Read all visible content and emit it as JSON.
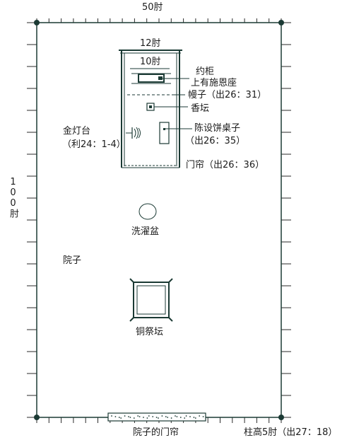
{
  "colors": {
    "ink": "#1b3a34",
    "tick": "#2a2a2a",
    "text": "#1b1b1b",
    "background": "#ffffff"
  },
  "dimensions": {
    "width_label": "50肘",
    "height_label": "100肘",
    "tabernacle_width_label": "12肘",
    "holy_place_width_label": "10肘",
    "pillar_label": "柱高5肘（出27：18）"
  },
  "labels": {
    "ark": "约柜",
    "mercy_seat": "上有施恩座",
    "veil": "幔子（出26：31）",
    "incense_altar": "香坛",
    "lampstand": "金灯台",
    "lampstand_ref": "（利24：1-4）",
    "table_shewbread": "陈设饼桌子",
    "table_ref": "（出26：35）",
    "door_curtain": "门帘（出26：36）",
    "laver": "洗濯盆",
    "courtyard": "院子",
    "bronze_altar": "铜祭坛",
    "court_gate": "院子的门帘"
  }
}
